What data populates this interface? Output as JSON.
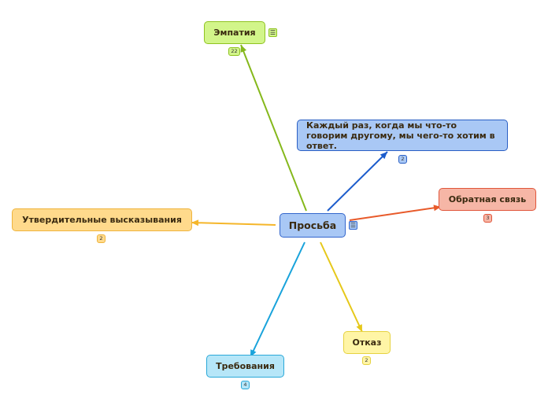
{
  "central": {
    "label": "Просьба",
    "fill": "#a9c8f5",
    "border": "#3366cc"
  },
  "nodes": [
    {
      "id": "empathy",
      "label": "Эмпатия",
      "count": "22",
      "has_note": true,
      "fill": "#d2f58a",
      "border": "#8fc321",
      "link_color": "#85b81b"
    },
    {
      "id": "statement",
      "label": "Каждый раз, когда мы что-то говорим другому, мы чего-то хотим в ответ.",
      "count": "2",
      "fill": "#a9c8f5",
      "border": "#2a5fc4",
      "link_color": "#1c5ccc"
    },
    {
      "id": "feedback",
      "label": "Обратная связь",
      "count": "3",
      "fill": "#f6b6a6",
      "border": "#e0553a",
      "link_color": "#e85a2a"
    },
    {
      "id": "assertive",
      "label": "Утвердительные высказывания",
      "count": "2",
      "fill": "#ffda8c",
      "border": "#efb43c",
      "link_color": "#f5b62a"
    },
    {
      "id": "refusal",
      "label": "Отказ",
      "count": "2",
      "fill": "#fff5a6",
      "border": "#e6d240",
      "link_color": "#e6c81a"
    },
    {
      "id": "demands",
      "label": "Требования",
      "count": "4",
      "fill": "#b6e6f8",
      "border": "#2aa8d8",
      "link_color": "#19a3db"
    }
  ],
  "icons": {
    "note": "note-icon",
    "note_glyph": "☰"
  }
}
